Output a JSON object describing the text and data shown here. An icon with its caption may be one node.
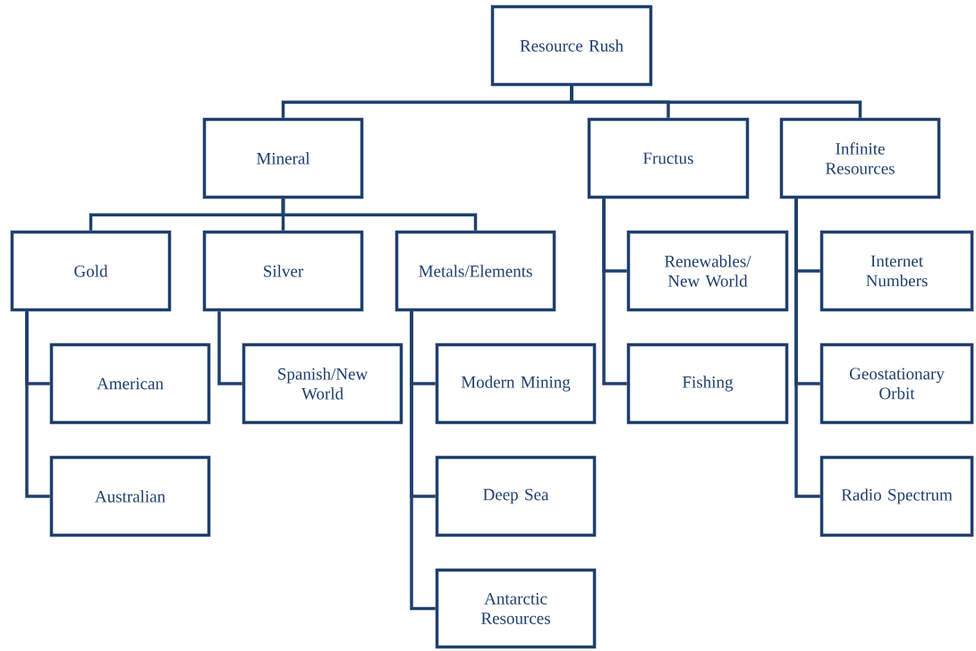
{
  "diagram": {
    "nodes": [
      {
        "text": [
          "Resource Rush"
        ]
      },
      {
        "text": [
          "Mineral"
        ]
      },
      {
        "text": [
          "Fructus"
        ]
      },
      {
        "text": [
          "Infinite Resources"
        ]
      },
      {
        "text": [
          "Gold"
        ]
      },
      {
        "text": [
          "Silver"
        ]
      },
      {
        "text": [
          "Metals/Elements"
        ]
      },
      {
        "text": [
          "American"
        ]
      },
      {
        "text": [
          "Australian"
        ]
      },
      {
        "text": [
          "Spanish/New World"
        ]
      },
      {
        "text": [
          "Modern Mining"
        ]
      },
      {
        "text": [
          "Deep Sea"
        ]
      },
      {
        "text": [
          "Antarctic Resources"
        ]
      },
      {
        "text": [
          "Renewables/ New World"
        ]
      },
      {
        "text": [
          "Fishing"
        ]
      },
      {
        "text": [
          "Internet Numbers"
        ]
      },
      {
        "text": [
          "Geostationary Orbit"
        ]
      },
      {
        "text": [
          "Radio Spectrum"
        ]
      }
    ],
    "edges": [
      {
        "from": 0,
        "to": 1,
        "arrow": "none"
      },
      {
        "from": 0,
        "to": 2,
        "arrow": "none"
      },
      {
        "from": 0,
        "to": 3,
        "arrow": "none"
      },
      {
        "from": 1,
        "to": 4,
        "arrow": "none"
      },
      {
        "from": 1,
        "to": 5,
        "arrow": "none"
      },
      {
        "from": 1,
        "to": 6,
        "arrow": "none"
      },
      {
        "from": 4,
        "to": 7,
        "arrow": "none"
      },
      {
        "from": 4,
        "to": 8,
        "arrow": "none"
      },
      {
        "from": 5,
        "to": 9,
        "arrow": "none"
      },
      {
        "from": 6,
        "to": 10,
        "arrow": "none"
      },
      {
        "from": 6,
        "to": 11,
        "arrow": "none"
      },
      {
        "from": 6,
        "to": 12,
        "arrow": "none"
      },
      {
        "from": 2,
        "to": 13,
        "arrow": "none"
      },
      {
        "from": 2,
        "to": 14,
        "arrow": "none"
      },
      {
        "from": 3,
        "to": 15,
        "arrow": "none"
      },
      {
        "from": 3,
        "to": 16,
        "arrow": "none"
      },
      {
        "from": 3,
        "to": 17,
        "arrow": "none"
      }
    ]
  }
}
